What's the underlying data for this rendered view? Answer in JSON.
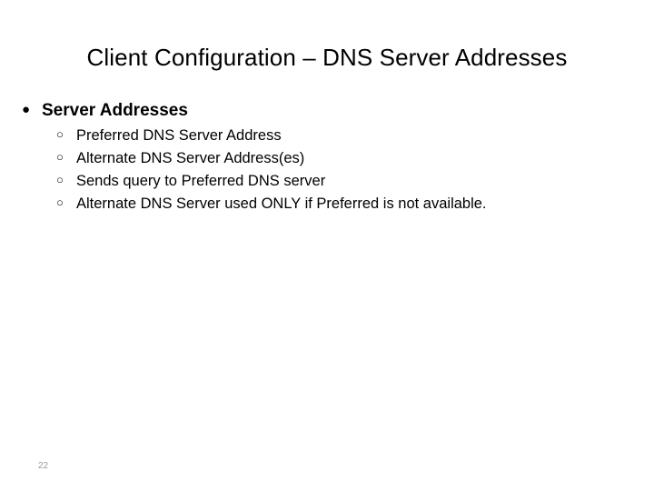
{
  "slide": {
    "title": "Client Configuration – DNS Server Addresses",
    "page_number": "22",
    "bullets": [
      {
        "marker": "●",
        "label": "Server Addresses",
        "children": [
          {
            "marker": "○",
            "label": "Preferred DNS Server Address"
          },
          {
            "marker": "○",
            "label": "Alternate DNS Server Address(es)"
          },
          {
            "marker": "○",
            "label": "Sends query to Preferred DNS server"
          },
          {
            "marker": "○",
            "label": "Alternate DNS Server used ONLY if Preferred is not available."
          }
        ]
      }
    ]
  }
}
